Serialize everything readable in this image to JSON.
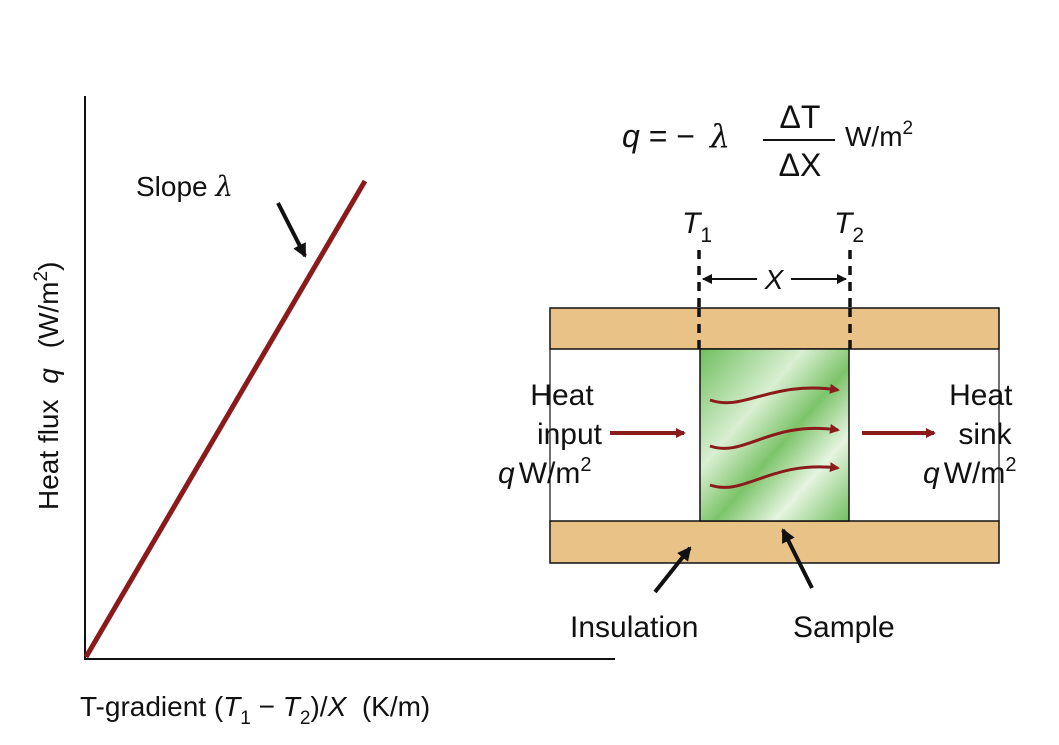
{
  "graph": {
    "ylabel": "Heat flux",
    "ylabel_var": "q",
    "ylabel_unit": "(W/m",
    "ylabel_unit_sup": "2",
    "ylabel_unit_close": ")",
    "xlabel_pre": "T-gradient (",
    "xlabel_t1": "T",
    "xlabel_t1_sub": "1",
    "xlabel_minus": " − ",
    "xlabel_t2": "T",
    "xlabel_t2_sub": "2",
    "xlabel_mid": ")/",
    "xlabel_x": "X",
    "xlabel_unit": "  (K/m)",
    "slope_label": "Slope",
    "slope_symbol": "λ",
    "line_color": "#8b1a1a"
  },
  "equation": {
    "lhs": "q",
    "eq": "= −",
    "lambda": "λ",
    "numerator": "ΔT",
    "denominator": "ΔX",
    "unit": "W/m",
    "unit_sup": "2"
  },
  "apparatus": {
    "t1": "T",
    "t1_sub": "1",
    "t2": "T",
    "t2_sub": "2",
    "x_label": "X",
    "heat_input_line1": "Heat",
    "heat_input_line2": "input",
    "heat_input_q": "q",
    "heat_input_unit": "W/m",
    "heat_input_sup": "2",
    "heat_sink_line1": "Heat",
    "heat_sink_line2": "sink",
    "heat_sink_q": "q",
    "heat_sink_unit": "W/m",
    "heat_sink_sup": "2",
    "insulation_label": "Insulation",
    "sample_label": "Sample",
    "insulation_color": "#e8c287",
    "sample_color": "#a8d89a",
    "arrow_color": "#8b1a1a"
  }
}
